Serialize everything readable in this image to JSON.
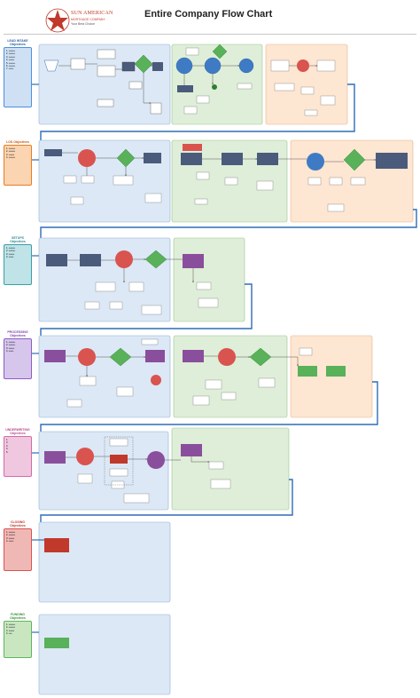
{
  "header": {
    "logo": {
      "line1": "SUN AMERICAN",
      "line2": "MORTGAGE COMPANY",
      "line3": "Your Best Choice"
    },
    "title": "Entire Company Flow Chart"
  },
  "sections": [
    {
      "name": "LEAD INTAKE",
      "subtitle": "Objectives",
      "color": "#4a90d9",
      "fill": "#dbe8f7"
    },
    {
      "name": "LOS Objectives",
      "subtitle": "",
      "color": "#e67e22",
      "fill": "#fde3cc"
    },
    {
      "name": "SETUPS",
      "subtitle": "Objectives",
      "color": "#3aa0a8",
      "fill": "#d3ecee"
    },
    {
      "name": "PROCESSING",
      "subtitle": "Objectives",
      "color": "#8e5cc2",
      "fill": "#e4d9f2"
    },
    {
      "name": "UNDERWRITING",
      "subtitle": "Objectives",
      "color": "#d46aa8",
      "fill": "#f5dcea"
    },
    {
      "name": "CLOSING",
      "subtitle": "Objectives",
      "color": "#d9534f",
      "fill": "#f7d5d3"
    },
    {
      "name": "FUNDING",
      "subtitle": "Objectives",
      "color": "#5cb85c",
      "fill": "#d9efd3"
    }
  ],
  "colors": {
    "lane_blue": "#dce8f5",
    "lane_green": "#dfeed8",
    "lane_orange": "#fde6d2",
    "connector": "#2f6db5"
  }
}
